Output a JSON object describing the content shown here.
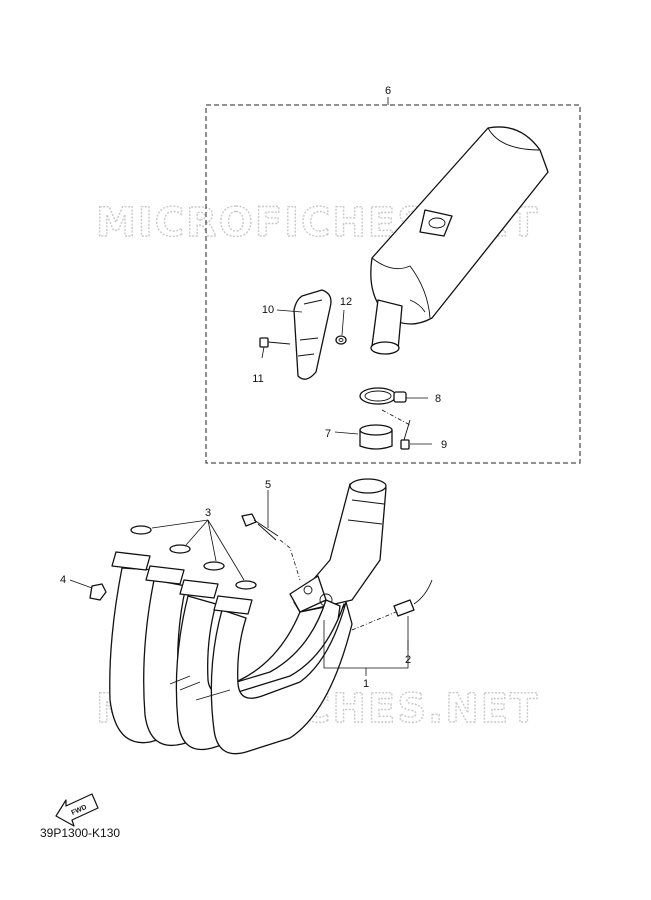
{
  "watermark": {
    "top": "MICROFICHES.NET",
    "bottom": "MICROFICHES.NET"
  },
  "callouts": {
    "c1": "1",
    "c2": "2",
    "c3": "3",
    "c4": "4",
    "c5": "5",
    "c6": "6",
    "c7": "7",
    "c8": "8",
    "c9": "9",
    "c10": "10",
    "c11": "11",
    "c12": "12"
  },
  "fwd_label": "FWD",
  "diagram_code": "39P1300-K130"
}
